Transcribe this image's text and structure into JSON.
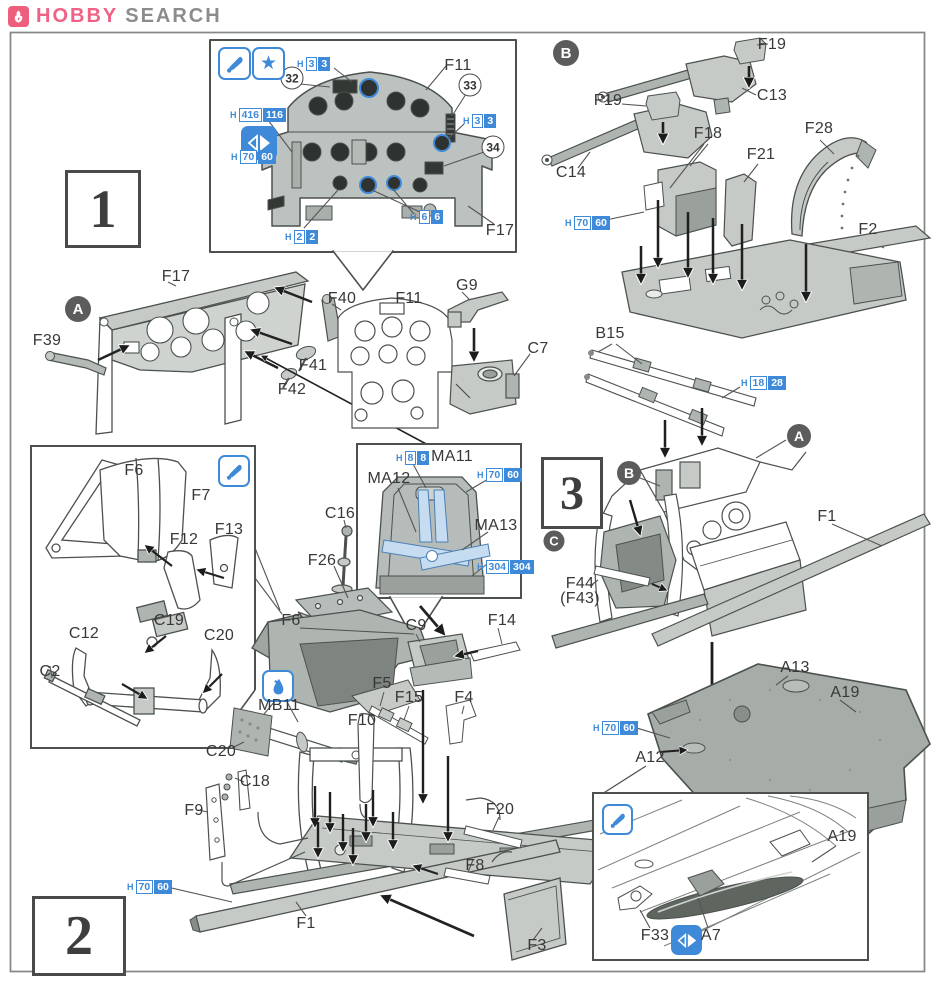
{
  "header": {
    "brand_hobby": "HOBBY",
    "brand_search": "SEARCH"
  },
  "steps": {
    "s1": "1",
    "s2": "2",
    "s3": "3"
  },
  "markers": {
    "a": "A",
    "b": "B",
    "c": "C"
  },
  "callouts": {
    "n32": "32",
    "n33": "33",
    "n34": "34"
  },
  "labels": {
    "f1": "F1",
    "f2": "F2",
    "f3": "F3",
    "f4": "F4",
    "f5": "F5",
    "f6": "F6",
    "f7": "F7",
    "f8": "F8",
    "f9": "F9",
    "f10": "F10",
    "f11": "F11",
    "f12": "F12",
    "f13": "F13",
    "f14": "F14",
    "f15": "F15",
    "f17": "F17",
    "f18": "F18",
    "f19": "F19",
    "f20": "F20",
    "f21": "F21",
    "f26": "F26",
    "f28": "F28",
    "f33": "F33",
    "f39": "F39",
    "f40": "F40",
    "f41": "F41",
    "f42": "F42",
    "f44": "F44",
    "f43p": "(F43)",
    "a7": "A7",
    "a12": "A12",
    "a13": "A13",
    "a19": "A19",
    "b15": "B15",
    "c2": "C2",
    "c7": "C7",
    "c9": "C9",
    "c12": "C12",
    "c13": "C13",
    "c14": "C14",
    "c16": "C16",
    "c18": "C18",
    "c19": "C19",
    "c20": "C20",
    "g9": "G9",
    "ma11": "MA11",
    "ma12": "MA12",
    "ma13": "MA13",
    "mb11": "MB11"
  },
  "chips": {
    "prefix": "H",
    "h3": {
      "a": "3",
      "b": "3"
    },
    "h416": {
      "a": "416",
      "b": "116"
    },
    "h70": {
      "a": "70",
      "b": "60"
    },
    "h6": {
      "a": "6",
      "b": "6"
    },
    "h2": {
      "a": "2",
      "b": "2"
    },
    "h18": {
      "a": "18",
      "b": "28"
    },
    "h8": {
      "a": "8",
      "b": "8"
    },
    "h304": {
      "a": "304",
      "b": "304"
    }
  },
  "icons": {
    "logo": "flame-logo-icon",
    "paint": "paintbrush-icon",
    "star": "star-icon",
    "swap": "swap-arrows-icon",
    "drop": "water-drop-icon"
  },
  "colors": {
    "accent_blue": "#3f8ad8",
    "brand_pink": "#ee6285",
    "brand_gray": "#8c8c8c",
    "ink": "#4c514e",
    "part_gray": "#c5cac6"
  }
}
